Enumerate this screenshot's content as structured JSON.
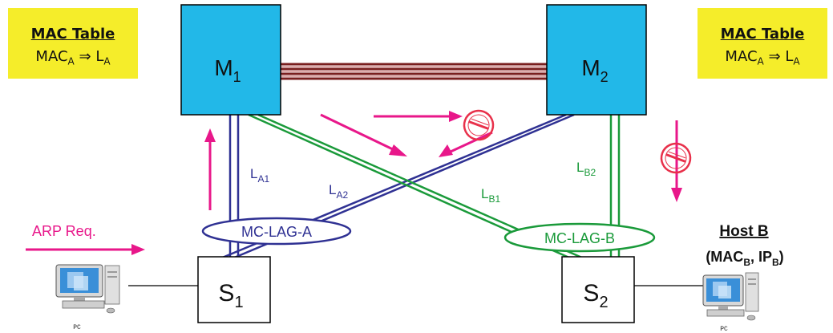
{
  "mac_table_left": {
    "title": "MAC Table",
    "entry_mac": "MAC",
    "entry_mac_sub": "A",
    "arrow": "⇒",
    "entry_link": "L",
    "entry_link_sub": "A"
  },
  "mac_table_right": {
    "title": "MAC Table",
    "entry_mac": "MAC",
    "entry_mac_sub": "A",
    "arrow": "⇒",
    "entry_link": "L",
    "entry_link_sub": "A"
  },
  "switches": {
    "m1": {
      "label": "M",
      "sub": "1"
    },
    "m2": {
      "label": "M",
      "sub": "2"
    },
    "s1": {
      "label": "S",
      "sub": "1"
    },
    "s2": {
      "label": "S",
      "sub": "2"
    }
  },
  "links": {
    "la1": {
      "label": "L",
      "sub": "A1"
    },
    "la2": {
      "label": "L",
      "sub": "A2"
    },
    "lb1": {
      "label": "L",
      "sub": "B1"
    },
    "lb2": {
      "label": "L",
      "sub": "B2"
    }
  },
  "lag_a": "MC-LAG-A",
  "lag_b": "MC-LAG-B",
  "arp_label": "ARP Req.",
  "host_b": {
    "name": "Host B",
    "addr_open": "(MAC",
    "addr_mac_sub": "B",
    "addr_sep": ", IP",
    "addr_ip_sub": "B",
    "addr_close": ")"
  },
  "pc_label_left": "PC",
  "pc_label_right": "PC",
  "colors": {
    "switch_fill": "#22b8e8",
    "mac_table_fill": "#f5ed2a",
    "lag_a_color": "#2f3193",
    "lag_b_color": "#1a9a3a",
    "arrow_color": "#e8178a",
    "peer_link_color": "#7a1f1f",
    "block_color": "#e8304a"
  }
}
